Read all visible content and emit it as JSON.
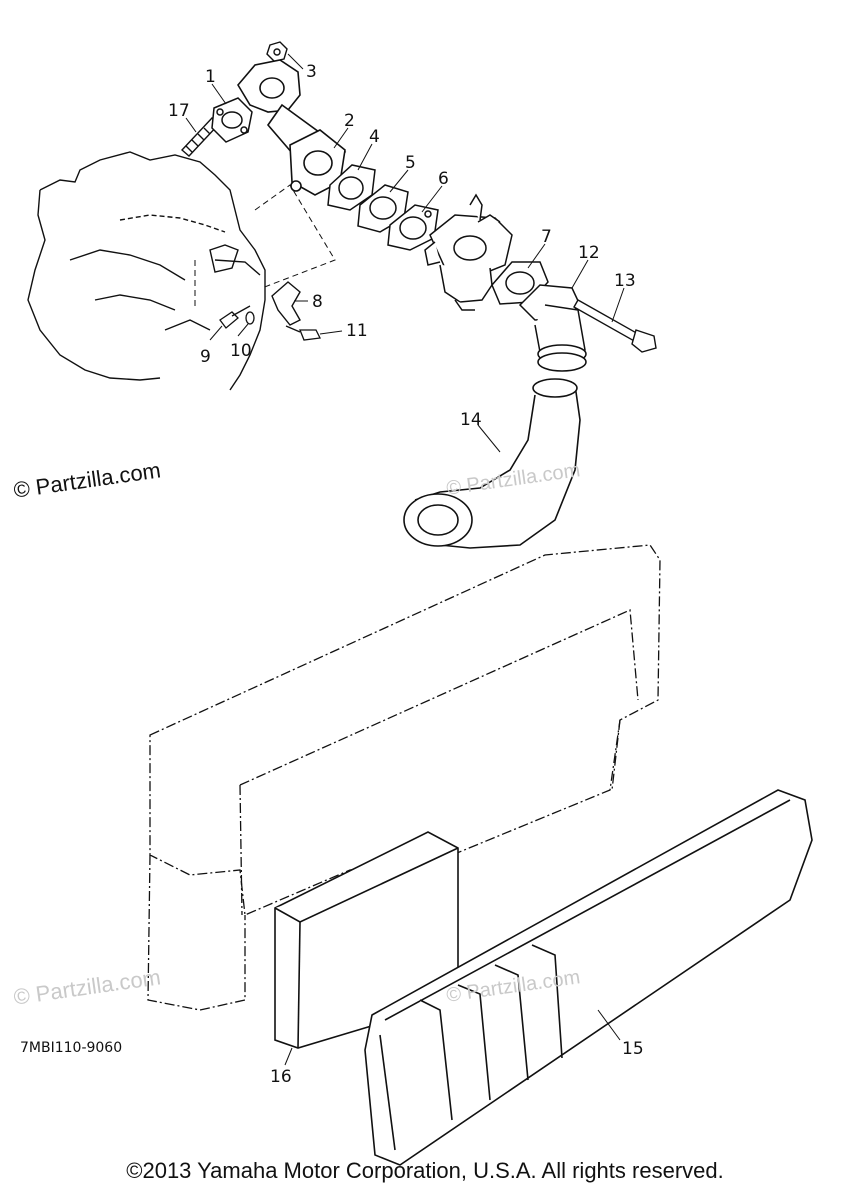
{
  "diagram": {
    "callouts": [
      {
        "id": "1",
        "label": "1"
      },
      {
        "id": "2",
        "label": "2"
      },
      {
        "id": "3",
        "label": "3"
      },
      {
        "id": "4",
        "label": "4"
      },
      {
        "id": "5",
        "label": "5"
      },
      {
        "id": "6",
        "label": "6"
      },
      {
        "id": "7",
        "label": "7"
      },
      {
        "id": "8",
        "label": "8"
      },
      {
        "id": "9",
        "label": "9"
      },
      {
        "id": "10",
        "label": "10"
      },
      {
        "id": "11",
        "label": "11"
      },
      {
        "id": "12",
        "label": "12"
      },
      {
        "id": "13",
        "label": "13"
      },
      {
        "id": "14",
        "label": "14"
      },
      {
        "id": "15",
        "label": "15"
      },
      {
        "id": "16",
        "label": "16"
      },
      {
        "id": "17",
        "label": "17"
      }
    ],
    "part_code": "7MBI110-9060",
    "copyright": "©2013 Yamaha Motor Corporation, U.S.A. All rights reserved."
  },
  "watermarks": {
    "main": "© Partzilla.com",
    "faint": "© Partzilla.com"
  }
}
